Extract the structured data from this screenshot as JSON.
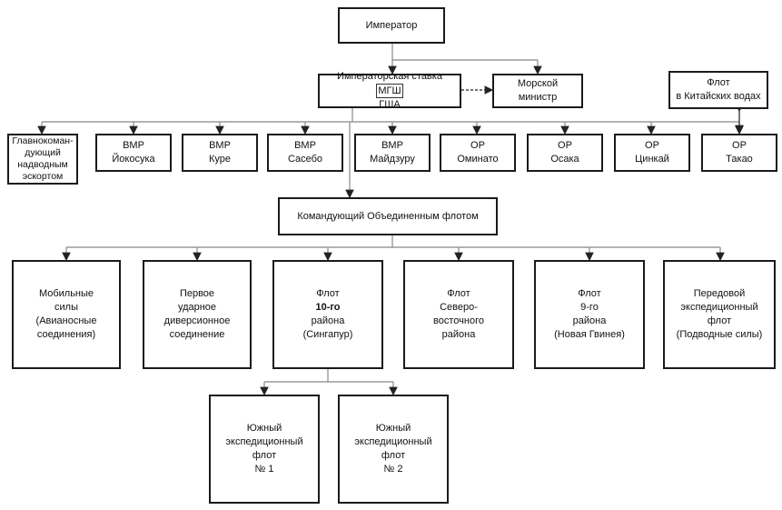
{
  "emperor": "Император",
  "stavka": {
    "title": "Императорская ставка",
    "mgsh": "МГШ",
    "gsha": "ГША"
  },
  "navy_minister": [
    "Морской",
    "министр"
  ],
  "china_fleet": [
    "Флот",
    "в Китайских водах"
  ],
  "row1": [
    {
      "lines": [
        "Главнокоман-",
        "дующий",
        "надводным",
        "эскортом"
      ]
    },
    {
      "lines": [
        "ВМР",
        "Йокосука"
      ]
    },
    {
      "lines": [
        "ВМР",
        "Куре"
      ]
    },
    {
      "lines": [
        "ВМР",
        "Сасебо"
      ]
    },
    {
      "lines": [
        "ВМР",
        "Майдзуру"
      ]
    },
    {
      "lines": [
        "ОР",
        "Оминато"
      ]
    },
    {
      "lines": [
        "ОР",
        "Осака"
      ]
    },
    {
      "lines": [
        "ОР",
        "Цинкай"
      ]
    },
    {
      "lines": [
        "ОР",
        "Такао"
      ]
    }
  ],
  "combined_fleet": "Командующий Объединенным флотом",
  "row2": [
    {
      "lines": [
        "Мобильные",
        "силы",
        "(Авианосные",
        "соединения)"
      ]
    },
    {
      "lines": [
        "Первое",
        "ударное",
        "диверсионное",
        "соединение"
      ]
    },
    {
      "lines": [
        "Флот",
        "10-го",
        "района",
        "(Сингапур)"
      ]
    },
    {
      "lines": [
        "Флот",
        "Северо-",
        "восточного",
        "района"
      ]
    },
    {
      "lines": [
        "Флот",
        "9-го",
        "района",
        "(Новая Гвинея)"
      ]
    },
    {
      "lines": [
        "Передовой",
        "экспедиционный",
        "флот",
        "(Подводные силы)"
      ]
    }
  ],
  "row3": [
    {
      "lines": [
        "Южный",
        "экспедиционный",
        "флот",
        "№ 1"
      ]
    },
    {
      "lines": [
        "Южный",
        "экспедиционный",
        "флот",
        "№ 2"
      ]
    }
  ]
}
